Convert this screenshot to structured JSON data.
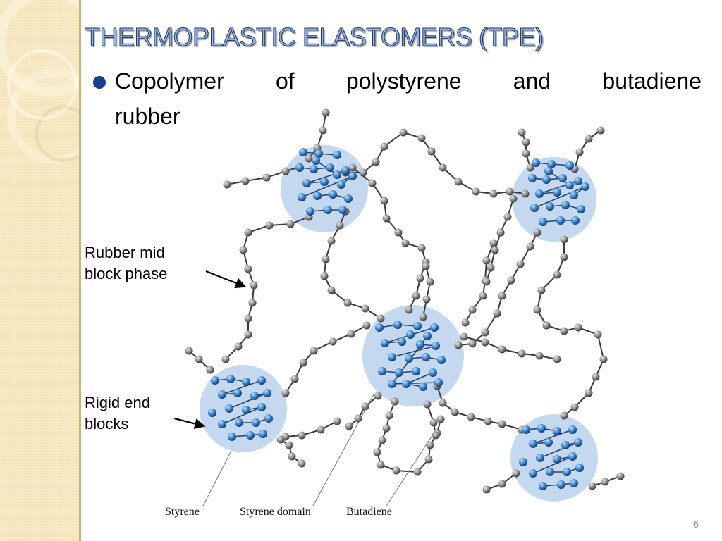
{
  "slide": {
    "title": "THERMOPLASTIC ELASTOMERS (TPE)",
    "bullet_line1": "Copolymer of polystyrene and butadiene",
    "bullet_line2": "rubber",
    "page_number": "6"
  },
  "diagram": {
    "label_rubber_line1": "Rubber mid",
    "label_rubber_line2": "block phase",
    "label_rigid_line1": "Rigid end",
    "label_rigid_line2": "blocks",
    "caption_styrene": "Styrene",
    "caption_styrene_domain": "Styrene domain",
    "caption_butadiene": "Butadiene"
  },
  "colors": {
    "title_fill": "#8fb3e6",
    "domain": "#c4d8f0",
    "styrene_bead": "#3f86cc",
    "butadiene_bead": "#8f8f8f",
    "bullet": "#1a3e90",
    "sidebar": "#f4e4b8"
  }
}
